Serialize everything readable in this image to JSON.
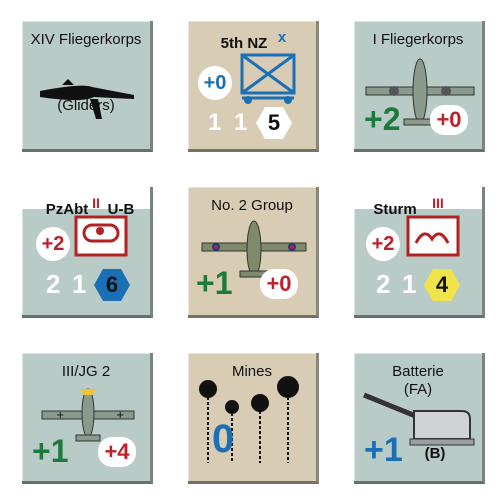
{
  "counters": [
    {
      "title": "XIV Fliegerkorps",
      "subtitle": "(Gliders)",
      "icon": "glider-icon"
    },
    {
      "title": "5th NZ",
      "unit_size": "x",
      "modifier": "+0",
      "val1": "1",
      "val2": "1",
      "hex_value": "5",
      "icon": "infantry-symbol-icon"
    },
    {
      "title": "I Fliegerkorps",
      "attack": "+2",
      "defense": "+0",
      "icon": "bomber-aircraft-icon"
    },
    {
      "title_left": "PzAbt",
      "title_right": "U-B",
      "unit_size": "II",
      "modifier": "+2",
      "val1": "2",
      "val2": "1",
      "hex_value": "6",
      "icon": "armor-symbol-icon"
    },
    {
      "title": "No. 2 Group",
      "attack": "+1",
      "defense": "+0",
      "icon": "bomber-aircraft-icon"
    },
    {
      "title": "Sturm",
      "unit_size": "III",
      "modifier": "+2",
      "val1": "2",
      "val2": "1",
      "hex_value": "4",
      "icon": "mountain-infantry-symbol-icon"
    },
    {
      "title": "III/JG 2",
      "attack": "+1",
      "defense": "+4",
      "icon": "fighter-aircraft-icon"
    },
    {
      "title": "Mines",
      "value": "0",
      "icon": "naval-mines-icon"
    },
    {
      "title": "Batterie",
      "subtitle": "(FA)",
      "value": "+1",
      "tag": "(B)",
      "icon": "coastal-gun-icon"
    }
  ],
  "colors": {
    "grey": "#b9cbc6",
    "tan": "#d8ccb4",
    "green": "#1e7a3c",
    "red": "#c0202a",
    "blue": "#1a6fb5",
    "yellow": "#f1e44a"
  }
}
